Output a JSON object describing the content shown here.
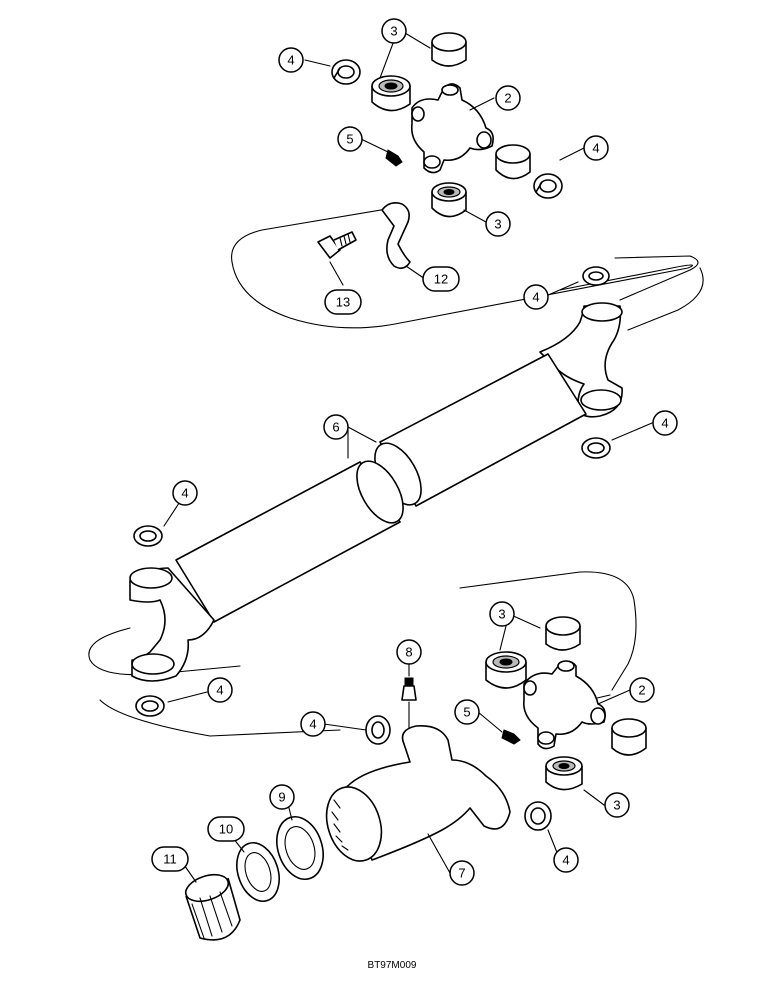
{
  "callouts": [
    {
      "id": "c4a",
      "text": "4"
    },
    {
      "id": "c3a",
      "text": "3"
    },
    {
      "id": "c2a",
      "text": "2"
    },
    {
      "id": "c5a",
      "text": "5"
    },
    {
      "id": "c4b",
      "text": "4"
    },
    {
      "id": "c3b",
      "text": "3"
    },
    {
      "id": "c12",
      "text": "12"
    },
    {
      "id": "c13",
      "text": "13"
    },
    {
      "id": "c4c",
      "text": "4"
    },
    {
      "id": "c6",
      "text": "6"
    },
    {
      "id": "c4d",
      "text": "4"
    },
    {
      "id": "c4e",
      "text": "4"
    },
    {
      "id": "c3c",
      "text": "3"
    },
    {
      "id": "c8",
      "text": "8"
    },
    {
      "id": "c2b",
      "text": "2"
    },
    {
      "id": "c4f",
      "text": "4"
    },
    {
      "id": "c5b",
      "text": "5"
    },
    {
      "id": "c4g",
      "text": "4"
    },
    {
      "id": "c9",
      "text": "9"
    },
    {
      "id": "c3d",
      "text": "3"
    },
    {
      "id": "c10",
      "text": "10"
    },
    {
      "id": "c11",
      "text": "11"
    },
    {
      "id": "c7",
      "text": "7"
    },
    {
      "id": "c4h",
      "text": "4"
    }
  ],
  "figure_code": "BT97M009"
}
